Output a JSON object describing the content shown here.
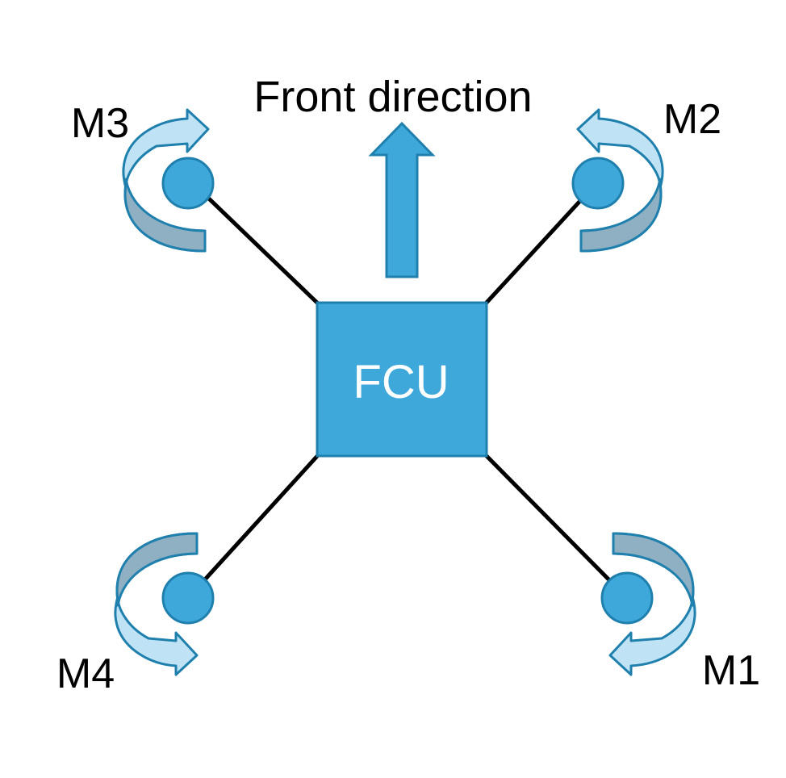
{
  "title": "Front direction",
  "center_label": "FCU",
  "motors": [
    {
      "id": "m1",
      "label": "M1"
    },
    {
      "id": "m2",
      "label": "M2"
    },
    {
      "id": "m3",
      "label": "M3"
    },
    {
      "id": "m4",
      "label": "M4"
    }
  ],
  "colors": {
    "fcu_fill": "#3ea8db",
    "motor_fill": "#3ea8db",
    "outline": "#1f7fad",
    "arm": "#000000",
    "rotation_light": "#bfe3f5",
    "rotation_dark": "#8fb0c2"
  }
}
